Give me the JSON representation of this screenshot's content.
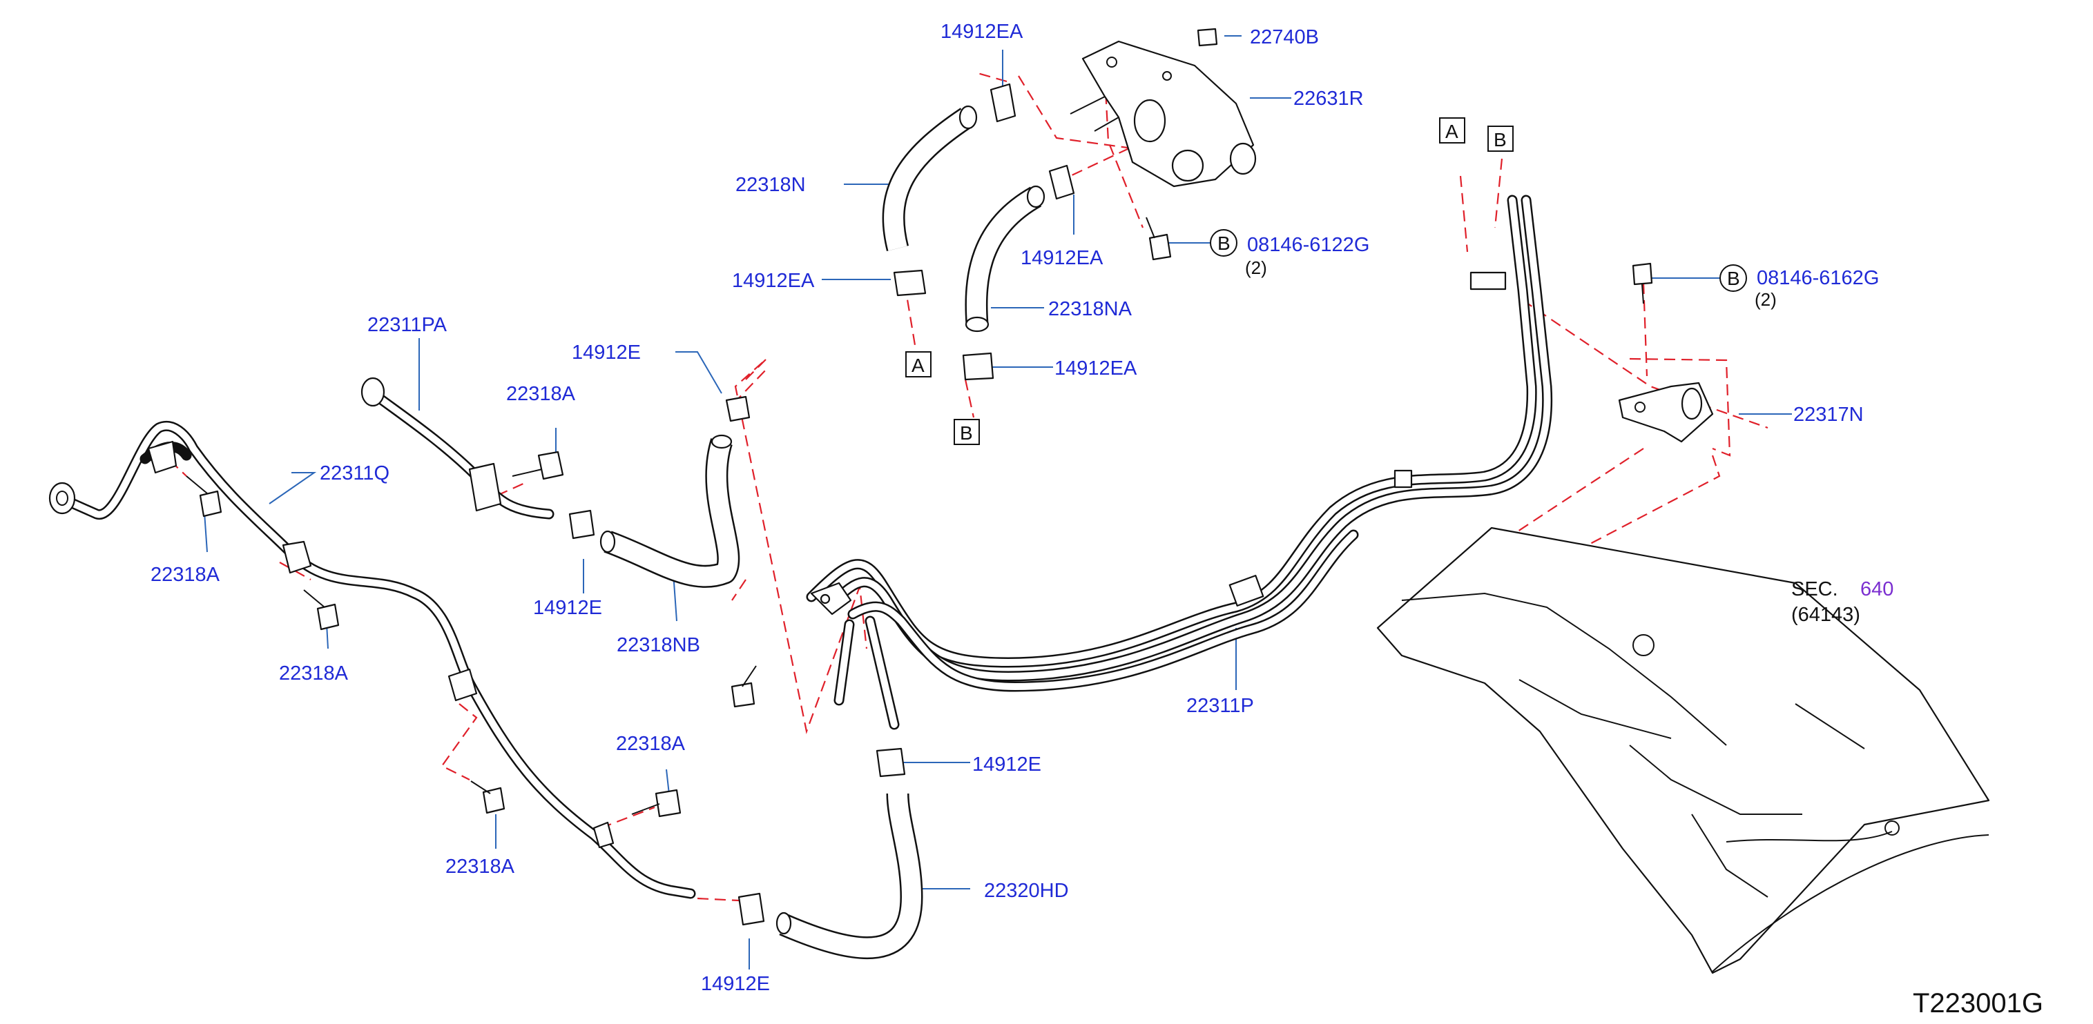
{
  "diagram": {
    "part_labels": {
      "l_14912EA_top": "14912EA",
      "l_22740B": "22740B",
      "l_22631R": "22631R",
      "l_22318N": "22318N",
      "l_14912EA_mid": "14912EA",
      "l_08146_6122G": "08146-6122G",
      "l_qty_6122G": "(2)",
      "l_14912EA_left": "14912EA",
      "l_22318NA": "22318NA",
      "l_14912EA_low": "14912EA",
      "l_08146_6162G": "08146-6162G",
      "l_qty_6162G": "(2)",
      "l_22311PA": "22311PA",
      "l_14912E_top": "14912E",
      "l_22318A_1": "22318A",
      "l_22311Q": "22311Q",
      "l_22317N": "22317N",
      "l_22318A_2": "22318A",
      "l_14912E_mid": "14912E",
      "l_22318NB": "22318NB",
      "l_22318A_3": "22318A",
      "l_sec": "SEC.",
      "l_sec_num": "640",
      "l_sec_sub": "(64143)",
      "l_22311P": "22311P",
      "l_22318A_4": "22318A",
      "l_14912E_low": "14912E",
      "l_22318A_5": "22318A",
      "l_22320HD": "22320HD",
      "l_14912E_bot": "14912E",
      "l_diagram_code": "T223001G"
    },
    "ref_boxes": {
      "box_A_left": "A",
      "box_B_left": "B",
      "box_A_right": "A",
      "box_B_right": "B"
    },
    "ref_circles": {
      "circle_B_1": "B",
      "circle_B_2": "B"
    },
    "colors": {
      "label_blue": "#1f2ad6",
      "leader_blue": "#2b66b8",
      "dash_red": "#e0202a",
      "section_purple": "#7b2fd0",
      "line_black": "#111111"
    }
  }
}
